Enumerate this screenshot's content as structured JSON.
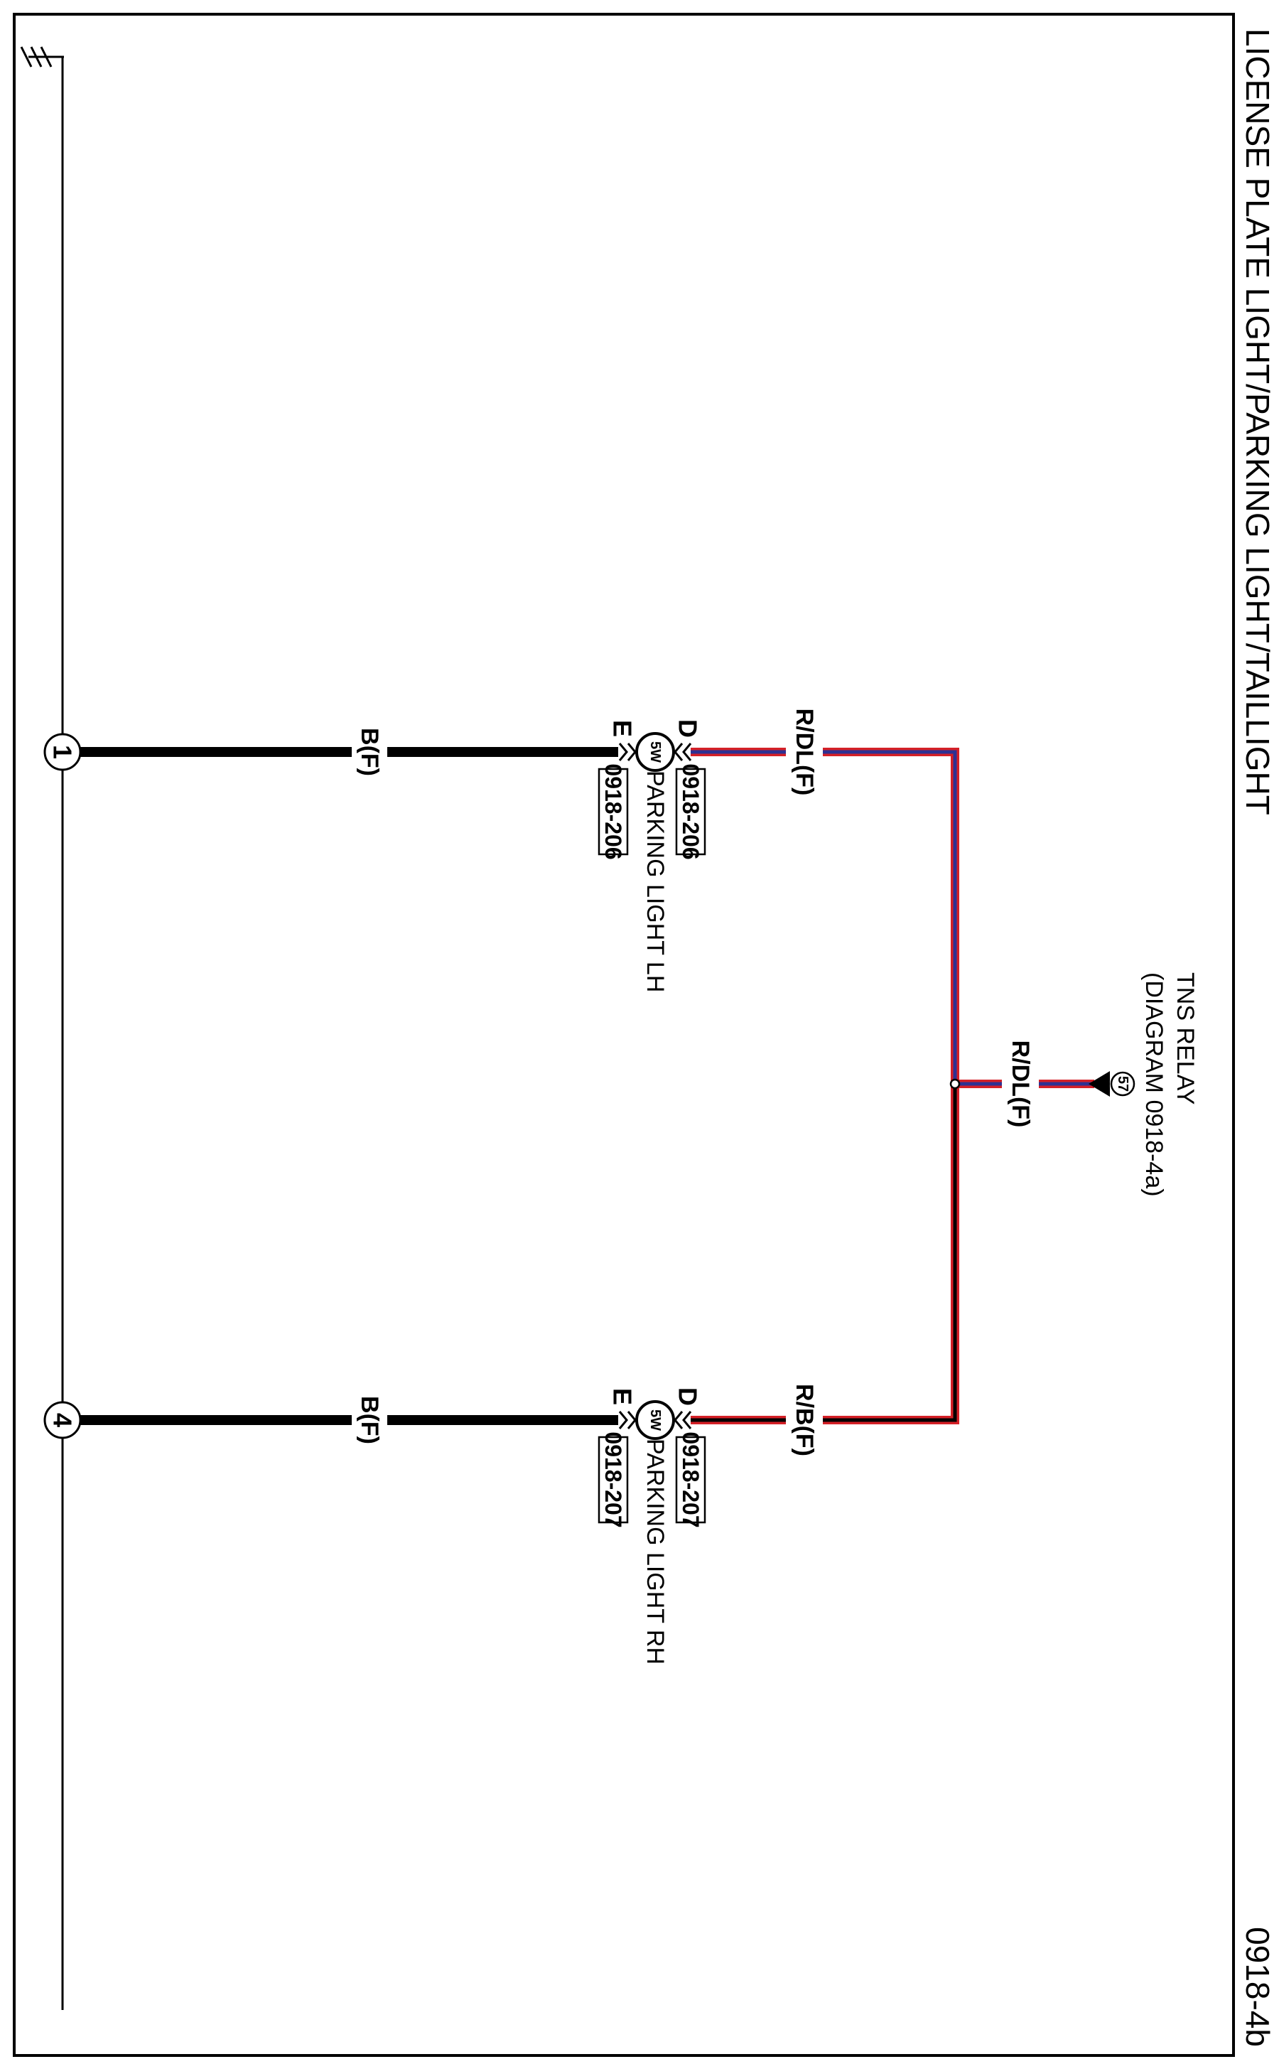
{
  "diagram": {
    "title": "LICENSE PLATE LIGHT/PARKING LIGHT/TAILLIGHT",
    "diagram_number": "0918-4b",
    "ground_terminals": [
      "1",
      "4"
    ],
    "relay": {
      "name": "TNS RELAY",
      "reference": "(DIAGRAM  0918-4a)",
      "terminal": "57",
      "wire": "R/DL(F)"
    },
    "lights": [
      {
        "name": "PARKING LIGHT LH",
        "wattage": "5W",
        "connector_d": "0918-206",
        "connector_e": "0918-206",
        "pin_d": "D",
        "pin_e": "E",
        "supply_wire": "R/DL(F)",
        "ground_wire": "B(F)"
      },
      {
        "name": "PARKING LIGHT RH",
        "wattage": "5W",
        "connector_d": "0918-207",
        "connector_e": "0918-207",
        "pin_d": "D",
        "pin_e": "E",
        "supply_wire": "R/B(F)",
        "ground_wire": "B(F)"
      }
    ],
    "colors": {
      "red": "#d42027",
      "blue": "#2e3192",
      "black": "#000000"
    }
  }
}
